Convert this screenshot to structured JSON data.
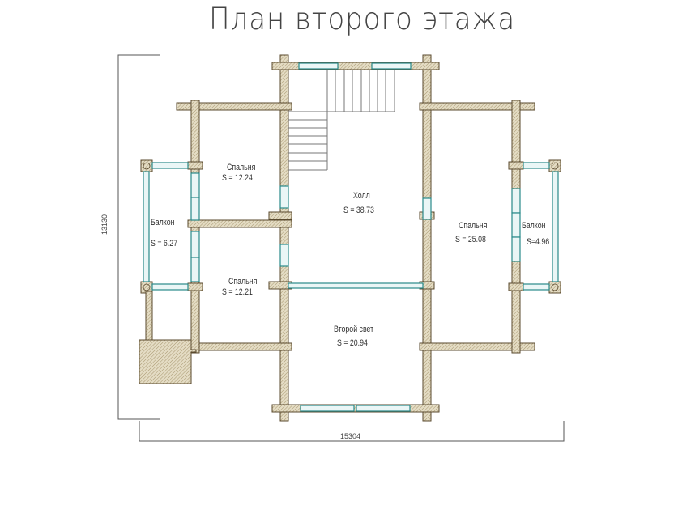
{
  "title": "План второго этажа",
  "dimensions": {
    "width": "15304",
    "height": "13130"
  },
  "rooms": [
    {
      "name": "Спальня",
      "area_label": "S   =  12.24",
      "area": 12.24
    },
    {
      "name": "Спальня",
      "area_label": "S   =  12.21",
      "area": 12.21
    },
    {
      "name": "Балкон",
      "area_label": "S   =  6.27",
      "area": 6.27
    },
    {
      "name": "Холл",
      "area_label": "S   =  38.73",
      "area": 38.73
    },
    {
      "name": "Второй свет",
      "area_label": "S   =  20.94",
      "area": 20.94
    },
    {
      "name": "Спальня",
      "area_label": "S   =  25.08",
      "area": 25.08
    },
    {
      "name": "Балкон",
      "area_label": "S=4.96",
      "area": 4.96
    }
  ],
  "colors": {
    "wall_fill": "#d8cfb4",
    "wall_stroke": "#5a4a2e",
    "window": "#2a8a8a"
  }
}
